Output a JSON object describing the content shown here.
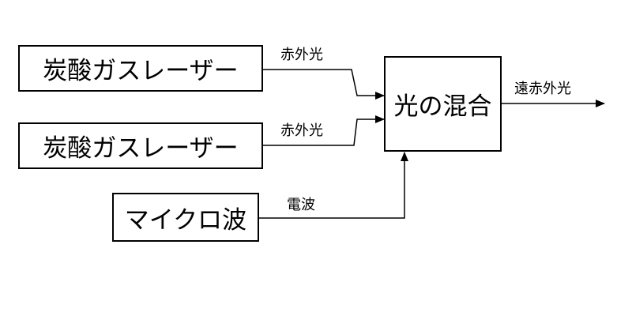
{
  "nodes": {
    "laser1": "炭酸ガスレーザー",
    "laser2": "炭酸ガスレーザー",
    "microwave": "マイクロ波",
    "mixer": "光の混合"
  },
  "edges": {
    "laser1_to_mixer": "赤外光",
    "laser2_to_mixer": "赤外光",
    "microwave_to_mixer": "電波",
    "mixer_output": "遠赤外光"
  }
}
